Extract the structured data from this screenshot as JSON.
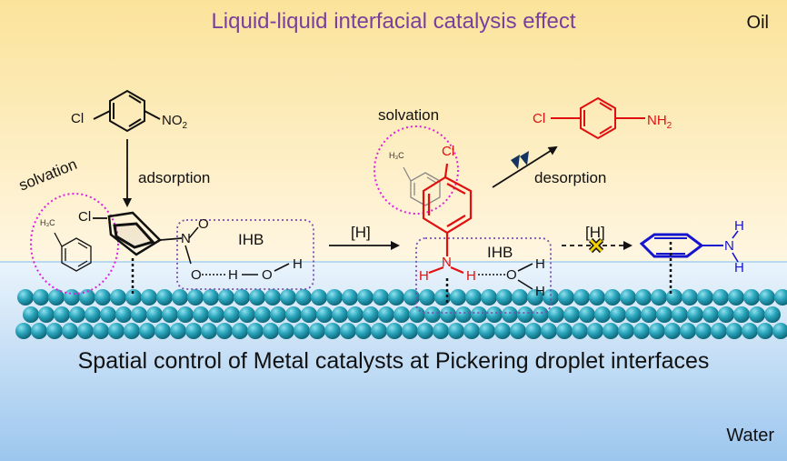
{
  "title": "Liquid-liquid interfacial catalysis effect",
  "phases": {
    "oil": "Oil",
    "water": "Water"
  },
  "bottom_title": "Spatial control of Metal catalysts at Pickering droplet interfaces",
  "labels": {
    "adsorption": "adsorption",
    "desorption": "desorption",
    "solvation_left": "solvation",
    "solvation_mid": "solvation",
    "ihb_left": "IHB",
    "ihb_mid": "IHB",
    "h_arrow_1": "[H]",
    "h_arrow_2": "[H]"
  },
  "molecules": {
    "reactant": {
      "cl": "Cl",
      "no2": "NO",
      "no2_sub": "2"
    },
    "adsorbed": {
      "cl": "Cl",
      "n": "N",
      "o_top": "O",
      "o_bottom": "O"
    },
    "water_left": {
      "h1": "H",
      "o": "O",
      "h2": "H"
    },
    "product_top": {
      "cl": "Cl",
      "nh2": "NH",
      "nh2_sub": "2"
    },
    "adsorbed_amine": {
      "cl": "Cl",
      "n": "N",
      "h_left": "H",
      "h_right": "H"
    },
    "water_mid": {
      "o": "O",
      "h1": "H",
      "h2": "H"
    },
    "blocked": {
      "n": "N",
      "h_top": "H",
      "h_bottom": "H"
    },
    "toluene_left": {
      "ch3": "H₃C"
    },
    "toluene_mid": {
      "ch3": "H₃C"
    }
  },
  "colors": {
    "title": "#7a3f9d",
    "oil_top": "#fbe39a",
    "oil_bottom": "#fff4de",
    "water_top": "#e2f0fb",
    "water_bottom": "#9fc8ef",
    "sphere": "#2aa6bc",
    "red": "#e01010",
    "blue": "#1515d0",
    "magenta": "#e020e0",
    "purple": "#7b4fb0",
    "dark_chevron": "#15355e"
  }
}
